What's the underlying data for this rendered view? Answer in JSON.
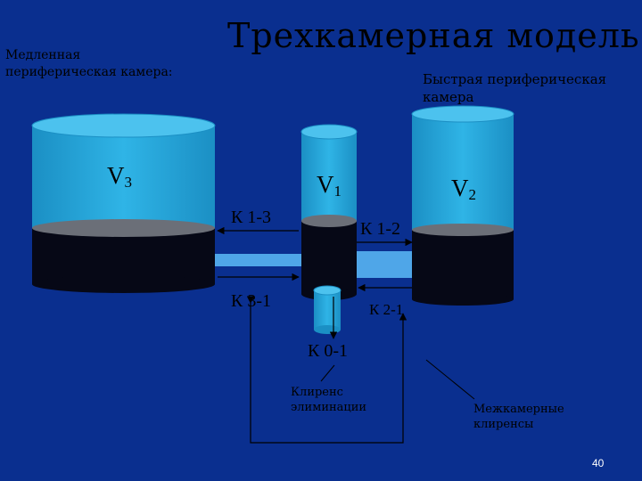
{
  "title": "Трехкамерная модель",
  "captions": {
    "slow_chamber": "Медленная\nпериферическая камера:",
    "fast_chamber": "Быстрая периферическая\nкамера"
  },
  "volumes": {
    "v3": {
      "main": "V",
      "sub": "3"
    },
    "v1": {
      "main": "V",
      "sub": "1"
    },
    "v2": {
      "main": "V",
      "sub": "2"
    }
  },
  "constants": {
    "k13": "К 1-3",
    "k12": "К 1-2",
    "k31": "К 3-1",
    "k21": "К 2-1",
    "k01": "К 0-1"
  },
  "notes": {
    "clearance_elimination": "Клиренс\nэлиминации",
    "intercompartmental": "Межкамерные\nклиренсы"
  },
  "page_number": "40",
  "colors": {
    "background": "#0a2f8f",
    "liquid": "#29a9dd",
    "liquid_top": "#4cc2ee",
    "drum_body": "#060816",
    "drum_top": "#6b6f78",
    "pipe": "#4fa6e8",
    "arrow": "#000000"
  }
}
